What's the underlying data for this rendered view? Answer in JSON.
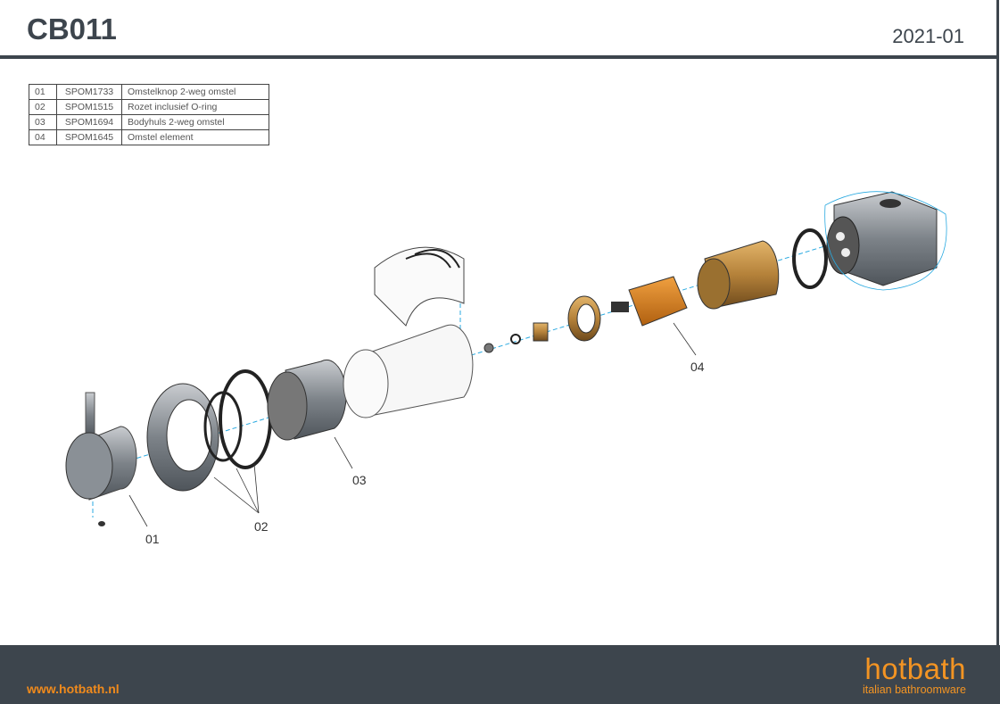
{
  "header": {
    "title": "CB011",
    "date": "2021-01"
  },
  "parts": [
    {
      "no": "01",
      "code": "SPOM1733",
      "desc": "Omstelknop 2-weg omstel"
    },
    {
      "no": "02",
      "code": "SPOM1515",
      "desc": "Rozet inclusief O-ring"
    },
    {
      "no": "03",
      "code": "SPOM1694",
      "desc": "Bodyhuls 2-weg omstel"
    },
    {
      "no": "04",
      "code": "SPOM1645",
      "desc": "Omstel element"
    }
  ],
  "callouts": [
    "01",
    "02",
    "03",
    "04"
  ],
  "footer": {
    "url": "www.hotbath.nl",
    "logo": "hotbath",
    "tagline": "italian bathroomware"
  },
  "colors": {
    "dark": "#3d454d",
    "accent": "#f39423",
    "brass": "#b5823a",
    "axis": "#29a9e0"
  }
}
